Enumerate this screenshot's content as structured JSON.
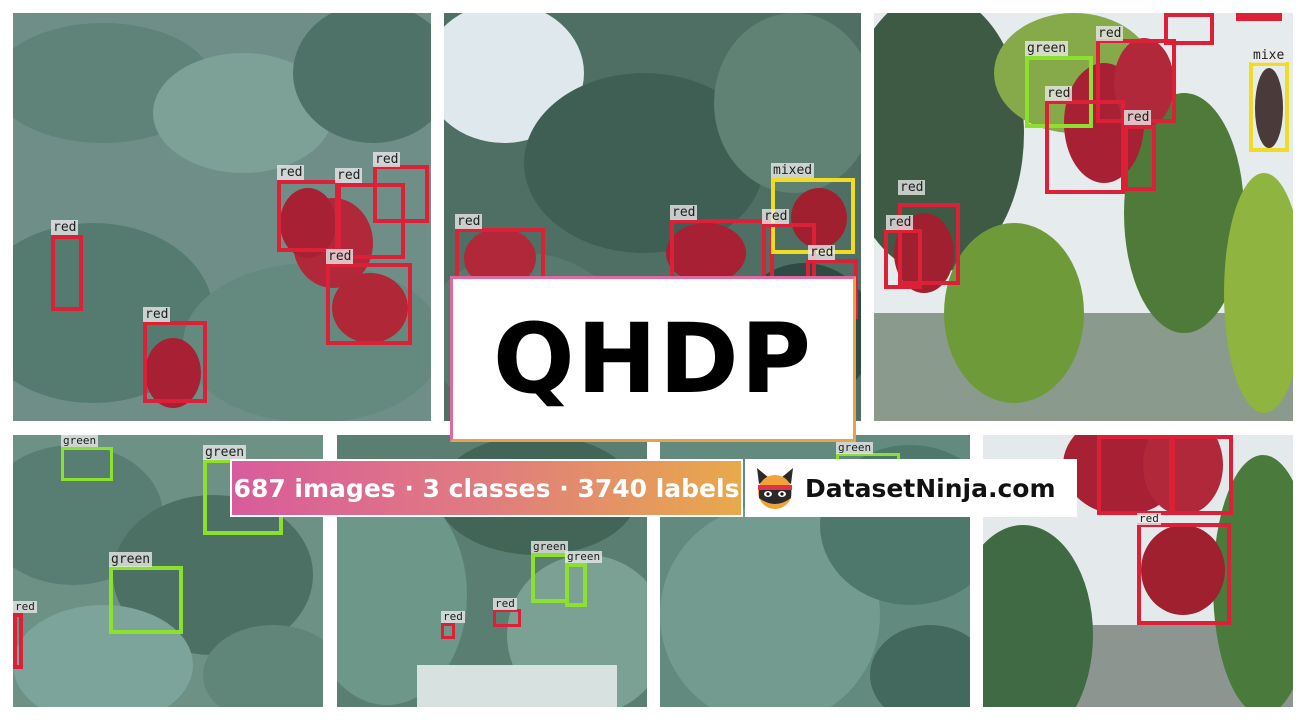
{
  "title": "QHDP",
  "stats": "687 images · 3 classes · 3740 labels",
  "brand": {
    "name": "DatasetNinja.com",
    "logo_icon": "ninja-icon"
  },
  "colors": {
    "red": "#dc2038",
    "mixed": "#f0dc24",
    "green": "#8ee030",
    "accent_pink": "#d85c9c",
    "accent_orange": "#e8a94a"
  },
  "labels": {
    "red": "red",
    "green": "green",
    "mixed": "mixed",
    "mixed_cut": "mixe"
  }
}
